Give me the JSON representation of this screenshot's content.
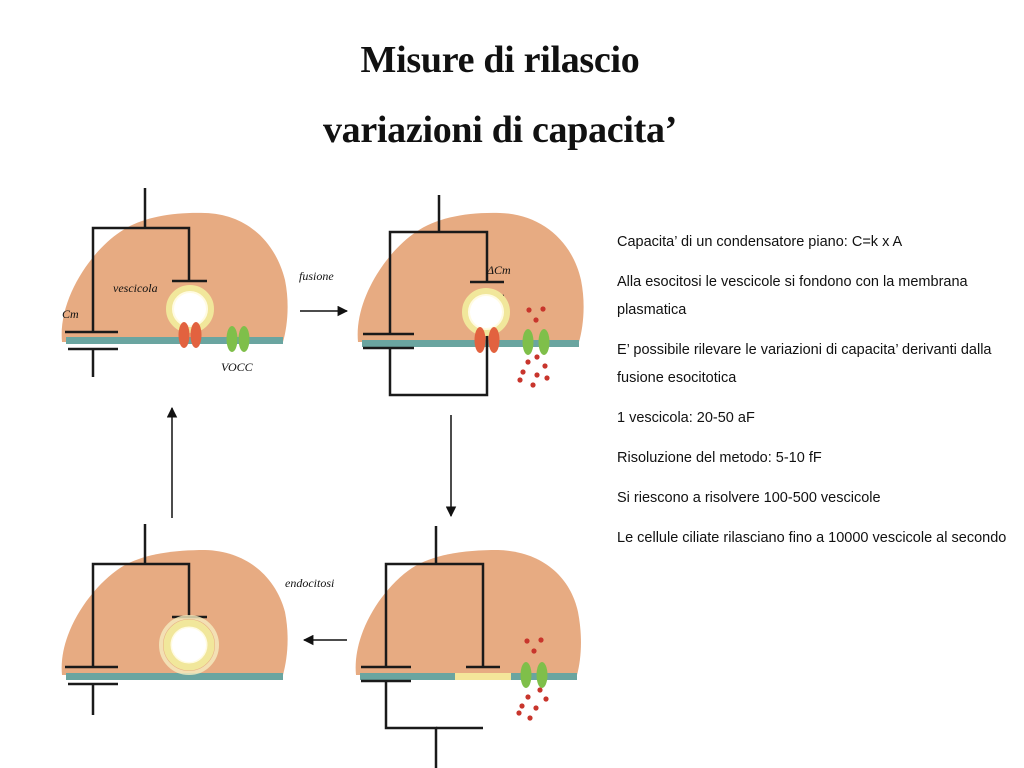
{
  "title": {
    "line1": "Misure di rilascio",
    "line2": "variazioni di capacita’"
  },
  "diagram": {
    "labels": {
      "vescicola": "vescicola",
      "cm": "Cm",
      "vocc": "VOCC",
      "delta_cm": "ΔCm",
      "fusione": "fusione",
      "endocitosi": "endocitosi"
    },
    "colors": {
      "cell": "#e7ab82",
      "membrane": "#6aa5a0",
      "red_channel": "#e2623f",
      "green_channel": "#7fbf4a",
      "vesicle_ring": "#f1e79b",
      "release_dots": "#c8352c",
      "circuit": "#1a1a1a"
    }
  },
  "text_panel": {
    "paragraphs": [
      "Capacita’ di un condensatore piano: C=k x A",
      "Alla esocitosi le vescicole si fondono con la membrana plasmatica",
      "E’ possibile rilevare le variazioni di capacita’ derivanti dalla fusione esocitotica",
      "1 vescicola: 20-50 aF",
      "Risoluzione del metodo: 5-10 fF",
      "Si riescono a risolvere 100-500 vescicole",
      "Le cellule ciliate rilasciano fino a 10000 vescicole al secondo"
    ]
  }
}
